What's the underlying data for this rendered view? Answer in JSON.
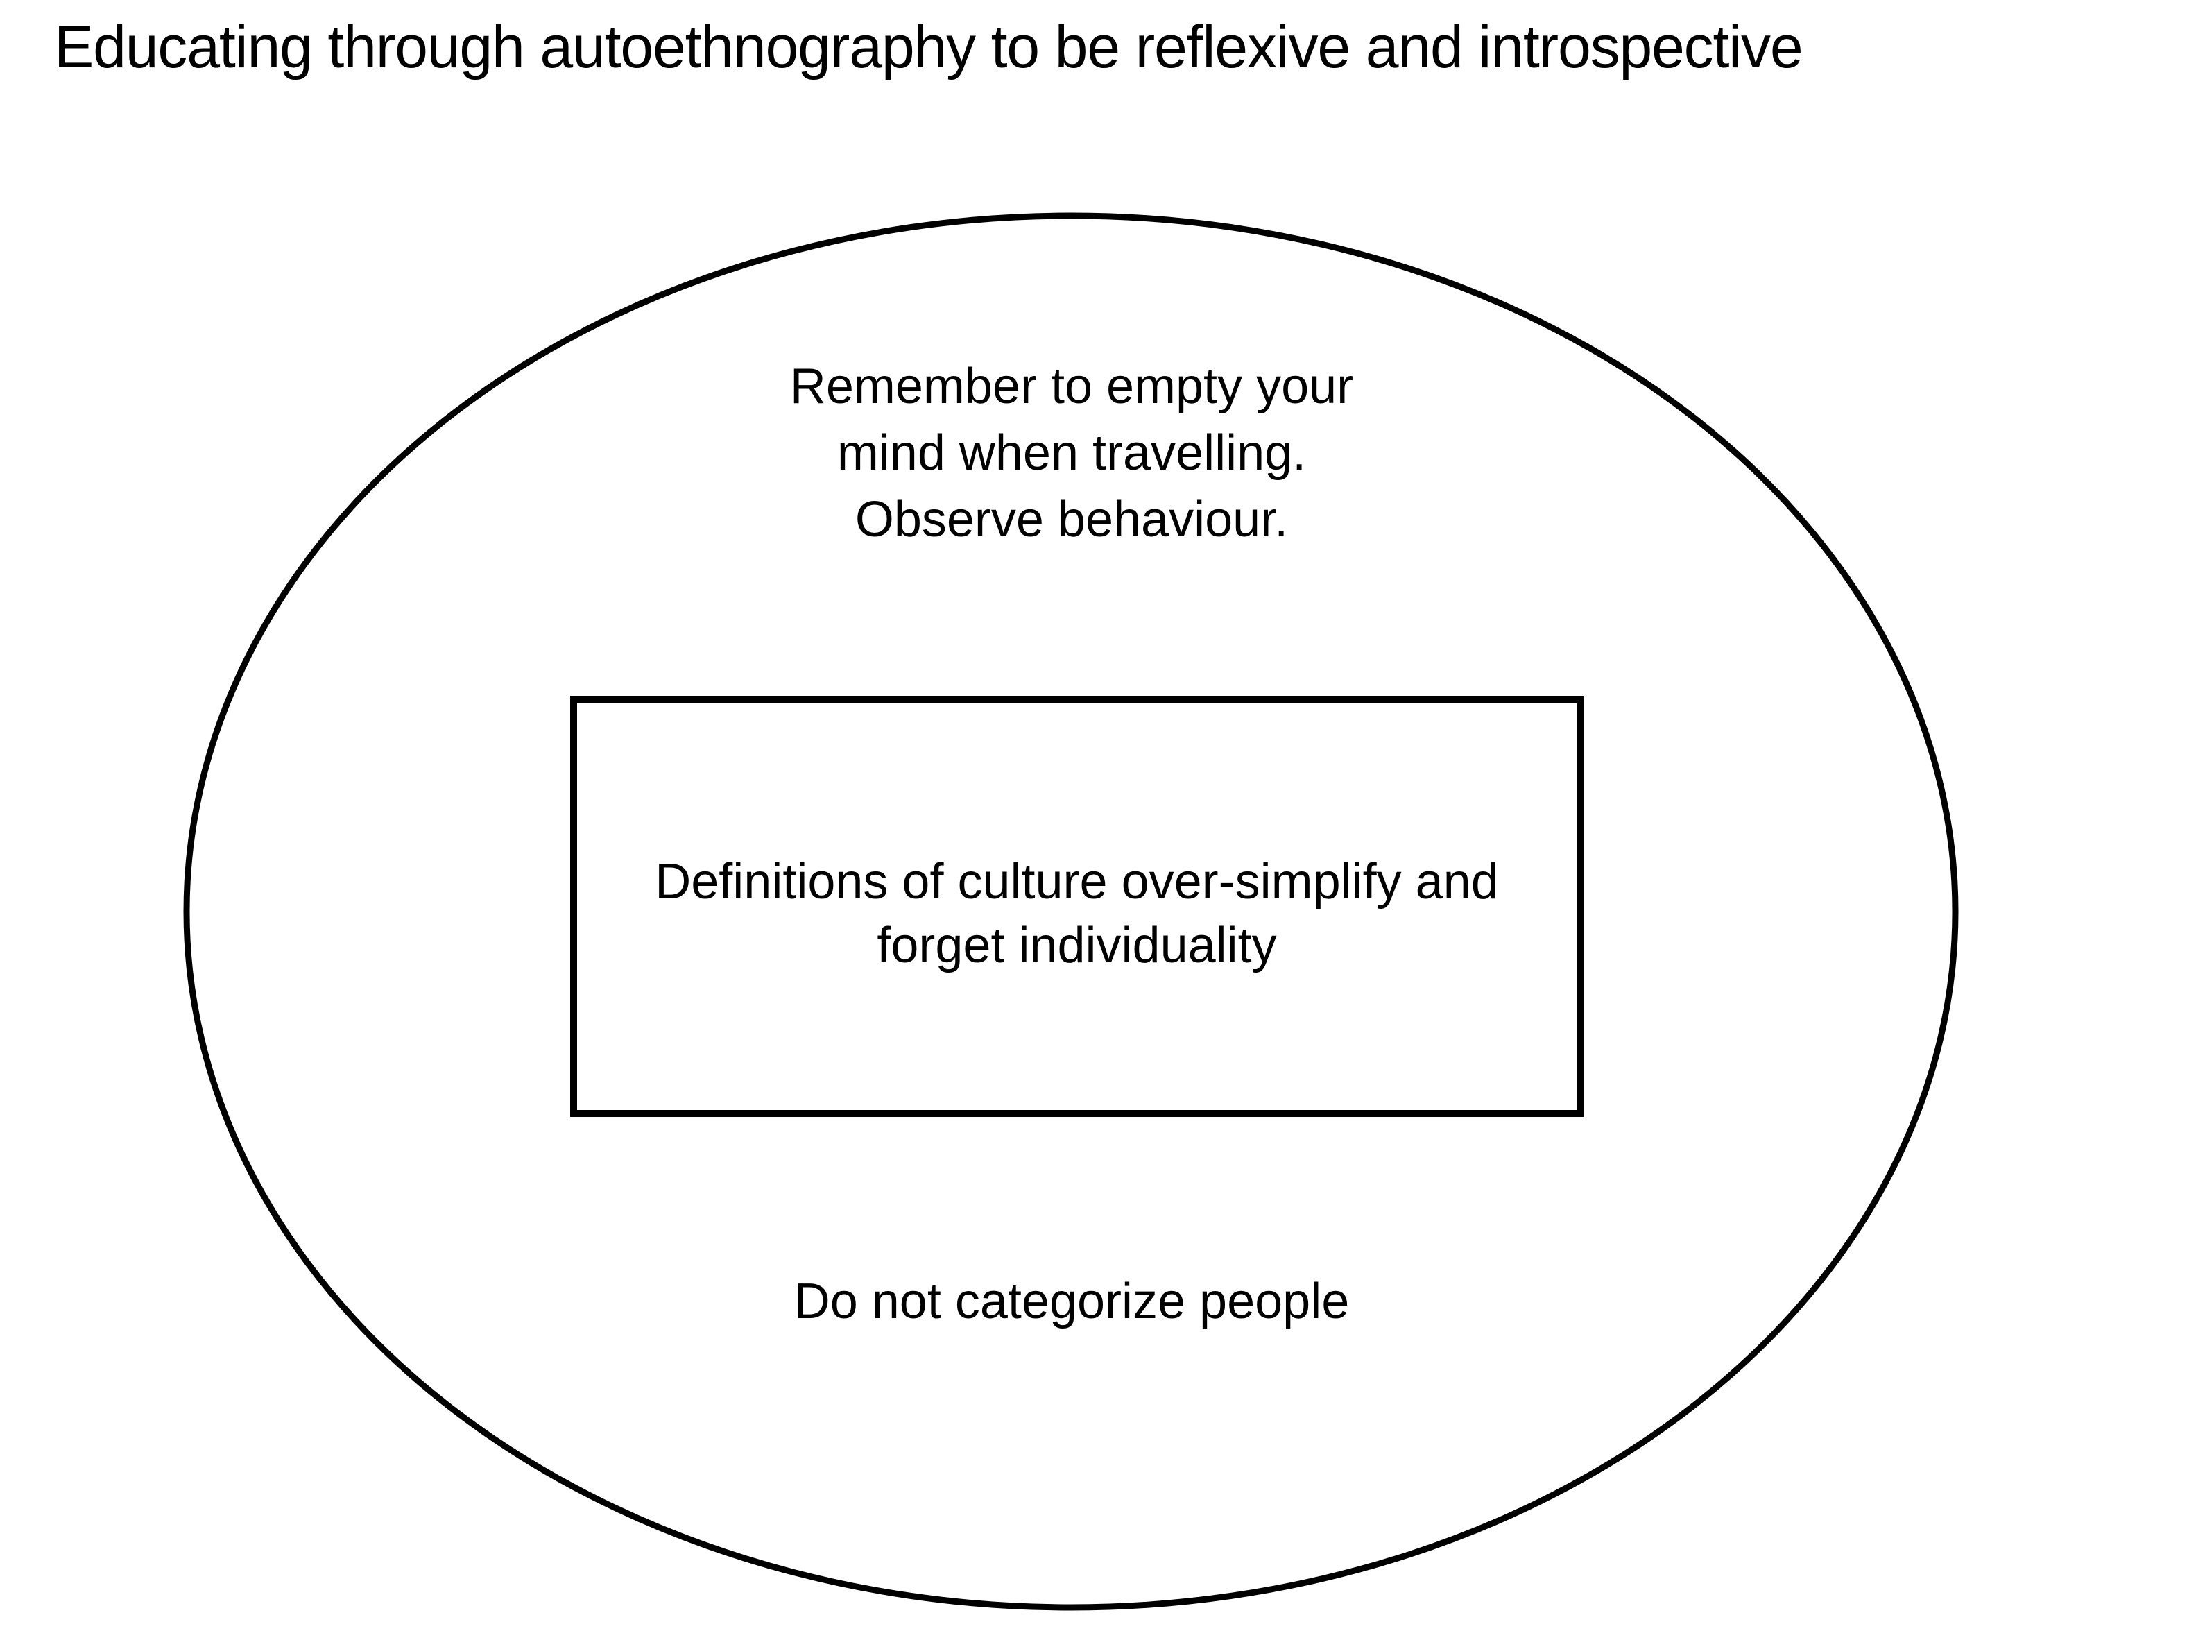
{
  "slide": {
    "title": "Educating through autoethnography to be reflexive and introspective",
    "background_color": "#FFFFFF",
    "stroke_color": "#000000",
    "text_color": "#000000"
  },
  "diagram": {
    "type": "nested-shapes",
    "outer_shape": {
      "name": "ellipse",
      "fill": "none",
      "stroke": "#000000",
      "stroke_width": 9
    },
    "inner_shape": {
      "name": "rectangle",
      "fill": "none",
      "stroke": "#000000",
      "stroke_width": 10
    },
    "ellipse_text_top": {
      "lines": [
        "Remember to empty your",
        "mind when travelling.",
        "Observe behaviour."
      ]
    },
    "rectangle_text": {
      "lines": [
        "Definitions of culture over-simplify and",
        "forget individuality"
      ]
    },
    "ellipse_text_bottom": {
      "line": "Do not categorize people"
    }
  }
}
